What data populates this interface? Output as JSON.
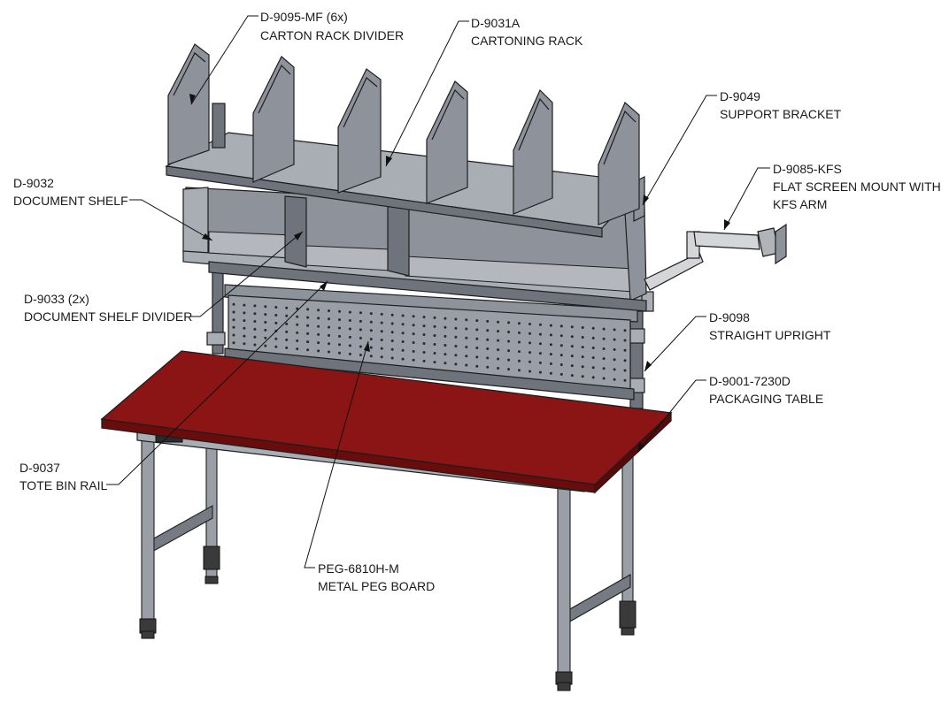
{
  "callouts": [
    {
      "id": "carton-rack-divider",
      "part": "D-9095-MF (6x)",
      "desc": "CARTON RACK DIVIDER"
    },
    {
      "id": "cartoning-rack",
      "part": "D-9031A",
      "desc": "CARTONING RACK"
    },
    {
      "id": "support-bracket",
      "part": "D-9049",
      "desc": "SUPPORT BRACKET"
    },
    {
      "id": "flat-screen-mount",
      "part": "D-9085-KFS",
      "desc": "FLAT SCREEN MOUNT WITH",
      "desc2": "KFS ARM"
    },
    {
      "id": "document-shelf",
      "part": "D-9032",
      "desc": "DOCUMENT SHELF"
    },
    {
      "id": "document-shelf-divider",
      "part": "D-9033 (2x)",
      "desc": "DOCUMENT SHELF DIVIDER"
    },
    {
      "id": "straight-upright",
      "part": "D-9098",
      "desc": "STRAIGHT UPRIGHT"
    },
    {
      "id": "packaging-table",
      "part": "D-9001-7230D",
      "desc": "PACKAGING TABLE"
    },
    {
      "id": "tote-bin-rail",
      "part": "D-9037",
      "desc": "TOTE BIN RAIL"
    },
    {
      "id": "metal-peg-board",
      "part": "PEG-6810H-M",
      "desc": "METAL PEG BOARD"
    }
  ],
  "colors": {
    "tabletop": "#8b1414",
    "tabletop_edge": "#6a0c0c",
    "steel": "#8e929a",
    "pegboard": "#9a9ea6",
    "monitor_arm": "#d4d6da"
  }
}
